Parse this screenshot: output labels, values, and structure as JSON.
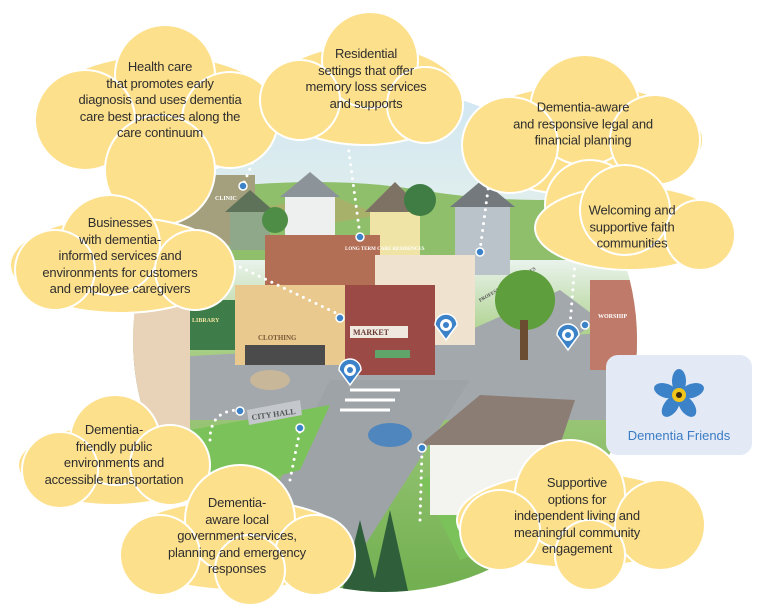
{
  "callouts": [
    {
      "id": "health-care",
      "text": "Health care\nthat promotes early\ndiagnosis and uses dementia\ncare best practices along the\ncare continuum"
    },
    {
      "id": "residential",
      "text": "Residential\nsettings that offer\nmemory loss services\nand supports"
    },
    {
      "id": "legal-financial",
      "text": "Dementia-aware\nand responsive legal and\nfinancial planning"
    },
    {
      "id": "faith",
      "text": "Welcoming and\nsupportive faith\ncommunities"
    },
    {
      "id": "businesses",
      "text": "Businesses\nwith dementia-\ninformed services and\nenvironments for customers\nand employee caregivers"
    },
    {
      "id": "public-environments",
      "text": "Dementia-\nfriendly public\nenvironments and\naccessible transportation"
    },
    {
      "id": "local-government",
      "text": "Dementia-\naware local\ngovernment services,\nplanning and emergency\nresponses"
    },
    {
      "id": "independent-living",
      "text": "Supportive\noptions for\nindependent living and\nmeaningful community\nengagement"
    }
  ],
  "building_signs": {
    "clinic": "CLINIC",
    "long_term_care": "LONG TERM CARE RESIDENCES",
    "professional": "PROFESSIONAL SERVICES",
    "library": "LIBRARY",
    "clothing": "CLOTHING",
    "market": "MARKET",
    "worship": "WORSHIP",
    "city_hall": "CITY HALL"
  },
  "logo": {
    "text": "Dementia Friends",
    "icon": "forget-me-not-flower-icon"
  },
  "colors": {
    "cloud": "#fde08c",
    "pin": "#3b82c8",
    "logo_bg": "#e3eaf6",
    "logo_text": "#3b7cc4",
    "grass": "#7cc25a",
    "road": "#9ea3a8"
  }
}
